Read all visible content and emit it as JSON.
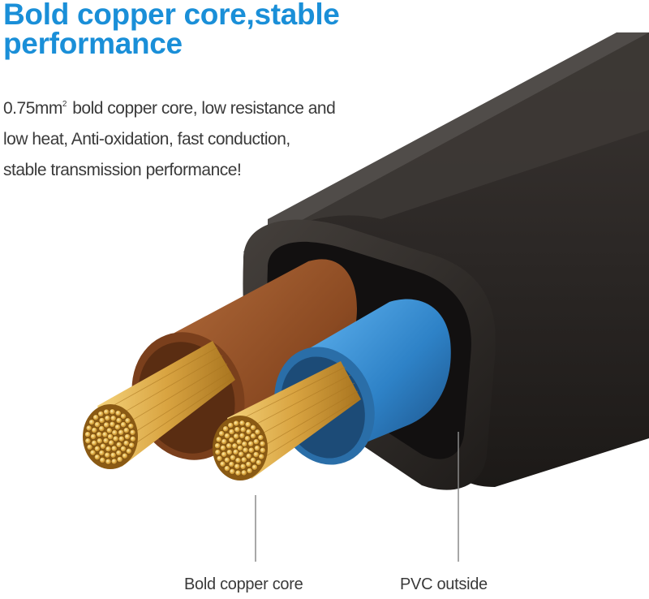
{
  "headline": {
    "line1": "Bold copper core,stable",
    "line2": "performance",
    "color": "#1a8fd8"
  },
  "description": {
    "part1": "0.75mm",
    "superscript": "2",
    "part2": " bold copper core, low resistance and",
    "line2": "low heat, Anti-oxidation, fast conduction,",
    "line3": "stable transmission performance!"
  },
  "callouts": {
    "core_label": "Bold copper core",
    "jacket_label": "PVC outside"
  },
  "colors": {
    "jacket": "#2c2825",
    "brown_insulation": "#8b4a22",
    "blue_insulation": "#2e82c7",
    "copper": "#d9a441"
  }
}
